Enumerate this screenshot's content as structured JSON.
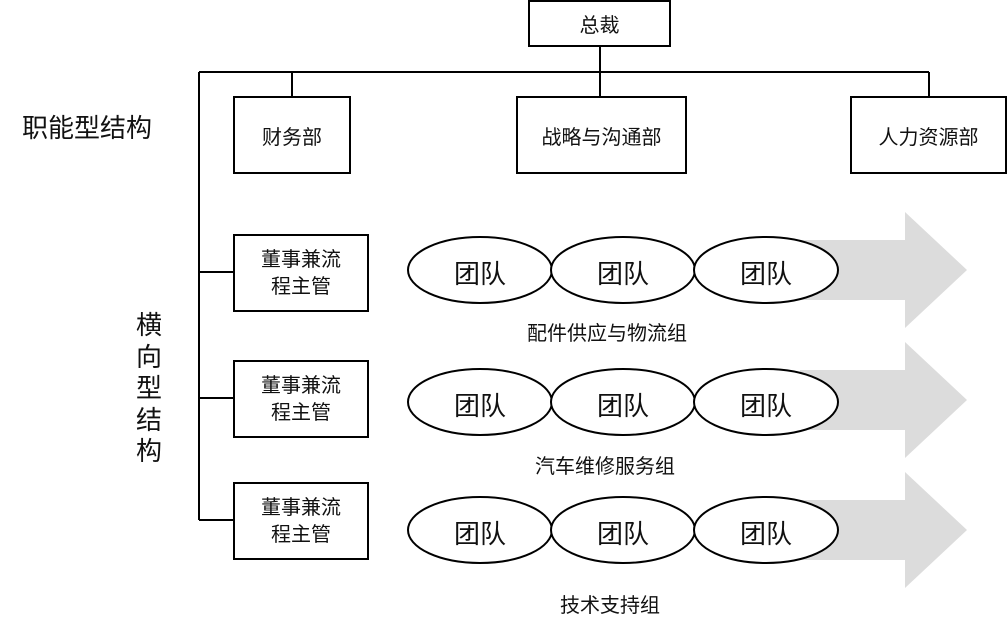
{
  "ceo": "总裁",
  "functional_label": "职能型结构",
  "horizontal_label": "横向型结构",
  "departments": [
    "财务部",
    "战略与沟通部",
    "人力资源部"
  ],
  "groups": [
    {
      "manager_line1": "董事兼流",
      "manager_line2": "程主管",
      "teams": [
        "团队",
        "团队",
        "团队"
      ],
      "name": "配件供应与物流组"
    },
    {
      "manager_line1": "董事兼流",
      "manager_line2": "程主管",
      "teams": [
        "团队",
        "团队",
        "团队"
      ],
      "name": "汽车维修服务组"
    },
    {
      "manager_line1": "董事兼流",
      "manager_line2": "程主管",
      "teams": [
        "团队",
        "团队",
        "团队"
      ],
      "name": "技术支持组"
    }
  ],
  "colors": {
    "line": "#000000",
    "arrow": "#dcdcdc",
    "box_fill": "#ffffff"
  }
}
